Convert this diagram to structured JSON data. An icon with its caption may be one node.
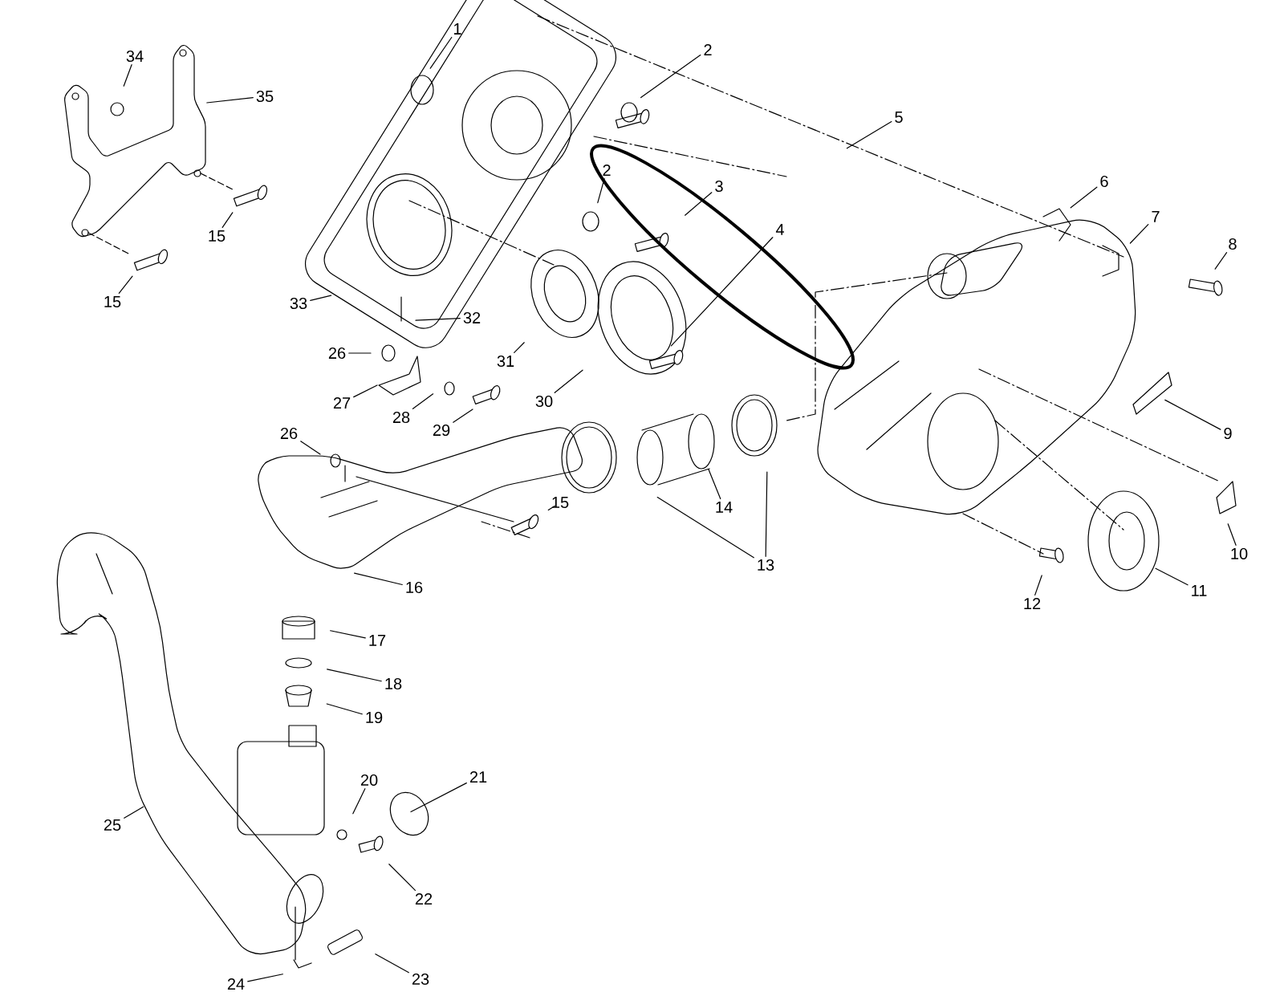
{
  "diagram": {
    "nodes": [
      {
        "text": [
          "1"
        ]
      },
      {
        "text": [
          "2"
        ]
      },
      {
        "text": [
          "2"
        ]
      },
      {
        "text": [
          "3"
        ]
      },
      {
        "text": [
          "4"
        ]
      },
      {
        "text": [
          "5"
        ]
      },
      {
        "text": [
          "6"
        ]
      },
      {
        "text": [
          "7"
        ]
      },
      {
        "text": [
          "8"
        ]
      },
      {
        "text": [
          "9"
        ]
      },
      {
        "text": [
          "10"
        ]
      },
      {
        "text": [
          "11"
        ]
      },
      {
        "text": [
          "12"
        ]
      },
      {
        "text": [
          "13"
        ]
      },
      {
        "text": [
          "14"
        ]
      },
      {
        "text": [
          "15"
        ]
      },
      {
        "text": [
          "15"
        ]
      },
      {
        "text": [
          "15"
        ]
      },
      {
        "text": [
          "16"
        ]
      },
      {
        "text": [
          "17"
        ]
      },
      {
        "text": [
          "18"
        ]
      },
      {
        "text": [
          "19"
        ]
      },
      {
        "text": [
          "20"
        ]
      },
      {
        "text": [
          "21"
        ]
      },
      {
        "text": [
          "22"
        ]
      },
      {
        "text": [
          "23"
        ]
      },
      {
        "text": [
          "24"
        ]
      },
      {
        "text": [
          "25"
        ]
      },
      {
        "text": [
          "26"
        ]
      },
      {
        "text": [
          "26"
        ]
      },
      {
        "text": [
          "27"
        ]
      },
      {
        "text": [
          "28"
        ]
      },
      {
        "text": [
          "29"
        ]
      },
      {
        "text": [
          "30"
        ]
      },
      {
        "text": [
          "31"
        ]
      },
      {
        "text": [
          "32"
        ]
      },
      {
        "text": [
          "33"
        ]
      },
      {
        "text": [
          "34"
        ]
      },
      {
        "text": [
          "35"
        ]
      }
    ],
    "edges": [
      {
        "from": 0,
        "to": null,
        "arrow": "none"
      },
      {
        "from": 1,
        "to": null,
        "arrow": "none"
      },
      {
        "from": 2,
        "to": null,
        "arrow": "none"
      },
      {
        "from": 3,
        "to": null,
        "arrow": "none"
      },
      {
        "from": 4,
        "to": null,
        "arrow": "none"
      },
      {
        "from": 5,
        "to": null,
        "arrow": "none"
      },
      {
        "from": 6,
        "to": null,
        "arrow": "none"
      },
      {
        "from": 7,
        "to": null,
        "arrow": "none"
      },
      {
        "from": 8,
        "to": null,
        "arrow": "none"
      },
      {
        "from": 9,
        "to": null,
        "arrow": "none"
      },
      {
        "from": 10,
        "to": null,
        "arrow": "none"
      },
      {
        "from": 11,
        "to": null,
        "arrow": "none"
      },
      {
        "from": 12,
        "to": null,
        "arrow": "none"
      },
      {
        "from": 13,
        "to": null,
        "arrow": "none"
      },
      {
        "from": 13,
        "to": null,
        "arrow": "none"
      },
      {
        "from": 14,
        "to": null,
        "arrow": "none"
      },
      {
        "from": 15,
        "to": null,
        "arrow": "none"
      },
      {
        "from": 16,
        "to": null,
        "arrow": "none"
      },
      {
        "from": 17,
        "to": null,
        "arrow": "none"
      },
      {
        "from": 18,
        "to": null,
        "arrow": "none"
      },
      {
        "from": 19,
        "to": null,
        "arrow": "none"
      },
      {
        "from": 20,
        "to": null,
        "arrow": "none"
      },
      {
        "from": 21,
        "to": null,
        "arrow": "none"
      },
      {
        "from": 22,
        "to": null,
        "arrow": "none"
      },
      {
        "from": 23,
        "to": null,
        "arrow": "none"
      },
      {
        "from": 24,
        "to": null,
        "arrow": "none"
      },
      {
        "from": 25,
        "to": null,
        "arrow": "none"
      },
      {
        "from": 26,
        "to": null,
        "arrow": "none"
      },
      {
        "from": 27,
        "to": null,
        "arrow": "none"
      },
      {
        "from": 28,
        "to": null,
        "arrow": "none"
      },
      {
        "from": 29,
        "to": null,
        "arrow": "none"
      },
      {
        "from": 30,
        "to": null,
        "arrow": "none"
      },
      {
        "from": 31,
        "to": null,
        "arrow": "none"
      },
      {
        "from": 32,
        "to": null,
        "arrow": "none"
      },
      {
        "from": 33,
        "to": null,
        "arrow": "none"
      },
      {
        "from": 34,
        "to": null,
        "arrow": "none"
      },
      {
        "from": 35,
        "to": null,
        "arrow": "none"
      },
      {
        "from": 36,
        "to": null,
        "arrow": "none"
      },
      {
        "from": 37,
        "to": null,
        "arrow": "none"
      },
      {
        "from": 38,
        "to": null,
        "arrow": "none"
      }
    ]
  }
}
